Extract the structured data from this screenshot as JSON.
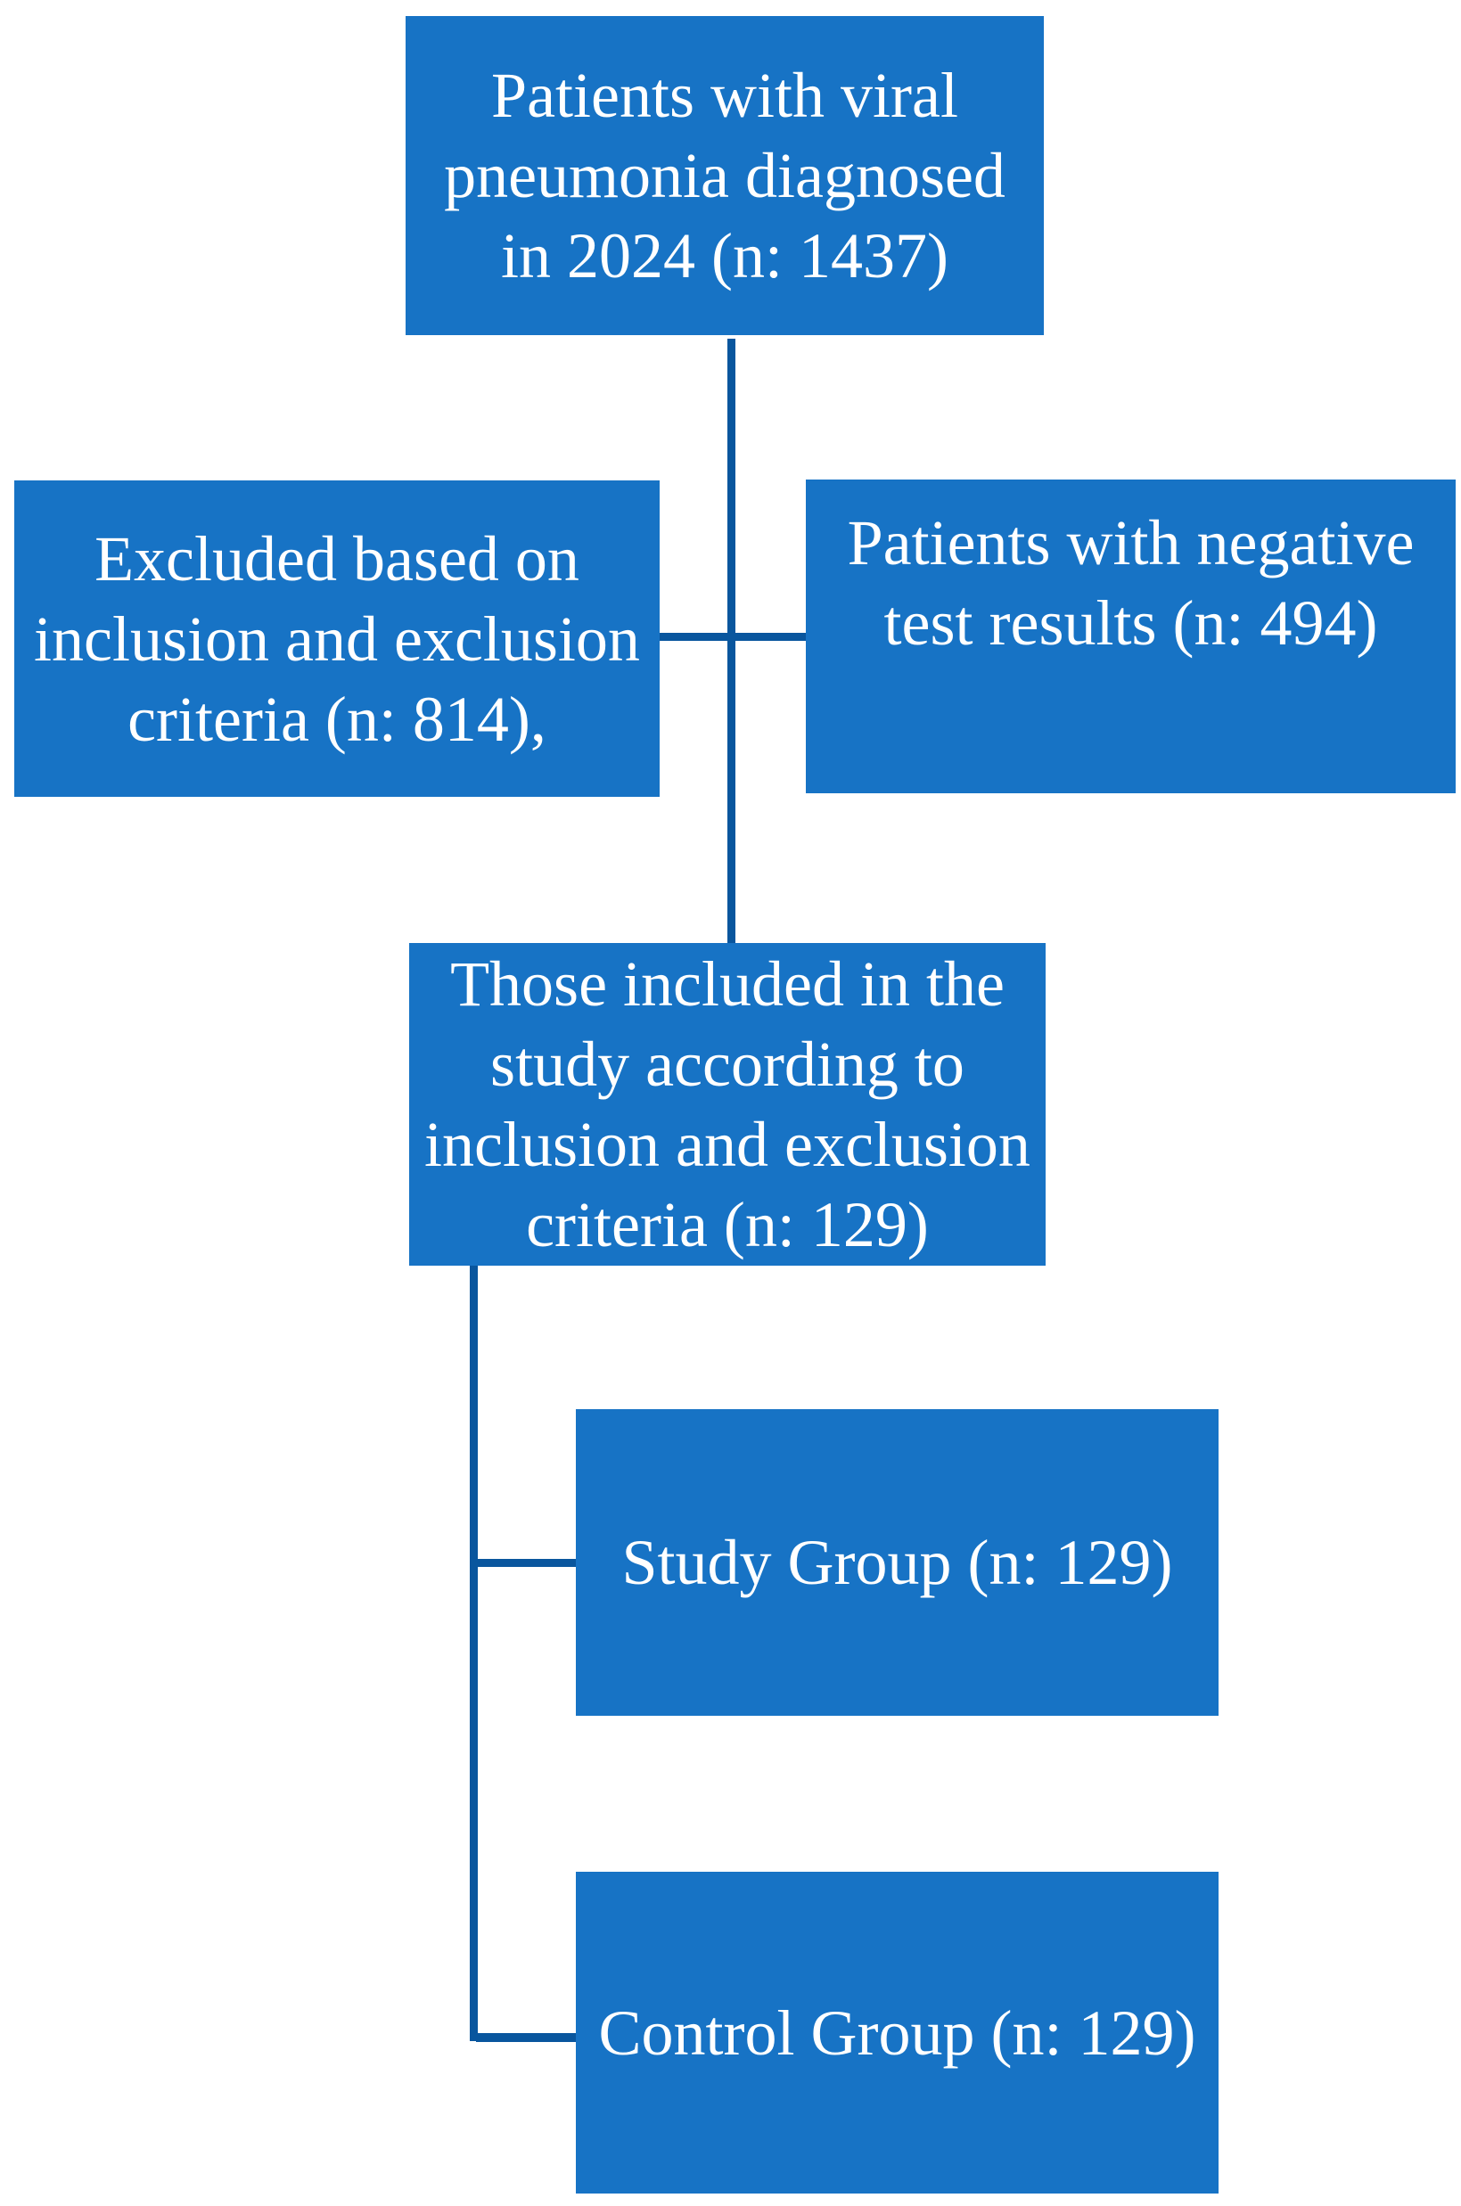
{
  "figure": {
    "background": "#ffffff",
    "box_fill": "#1773C5",
    "line_color": "#09569E",
    "text_color": "#ffffff"
  },
  "boxes": {
    "top": {
      "lines": [
        "Patients with viral",
        "pneumonia diagnosed",
        "in 2024 (n: 1437)"
      ]
    },
    "excluded": {
      "lines": [
        "Excluded based on",
        "inclusion and exclusion",
        "criteria (n: 814),"
      ]
    },
    "negative": {
      "lines": [
        "Patients with negative",
        "test results (n: 494)"
      ]
    },
    "included": {
      "lines": [
        "Those included in the",
        "study according to",
        "inclusion and exclusion",
        "criteria (n: 129)"
      ]
    },
    "study": {
      "lines": [
        "Study Group (n: 129)"
      ]
    },
    "control": {
      "lines": [
        "Control Group (n: 129)"
      ]
    }
  }
}
